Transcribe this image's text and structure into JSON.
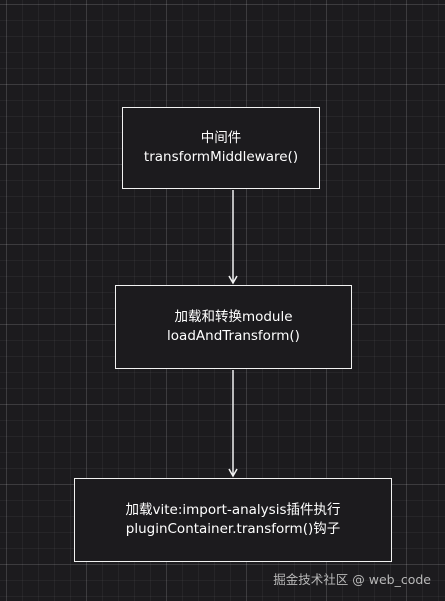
{
  "diagram": {
    "nodes": [
      {
        "line1": "中间件",
        "line2": "transformMiddleware()"
      },
      {
        "line1": "加载和转换module",
        "line2": "loadAndTransform()"
      },
      {
        "line1": "加载vite:import-analysis插件执行",
        "line2": "pluginContainer.transform()钩子"
      }
    ]
  },
  "watermark": "掘金技术社区 @ web_code",
  "colors": {
    "background": "#1c1b1e",
    "stroke": "#f2f2f2",
    "text": "#ffffff"
  }
}
